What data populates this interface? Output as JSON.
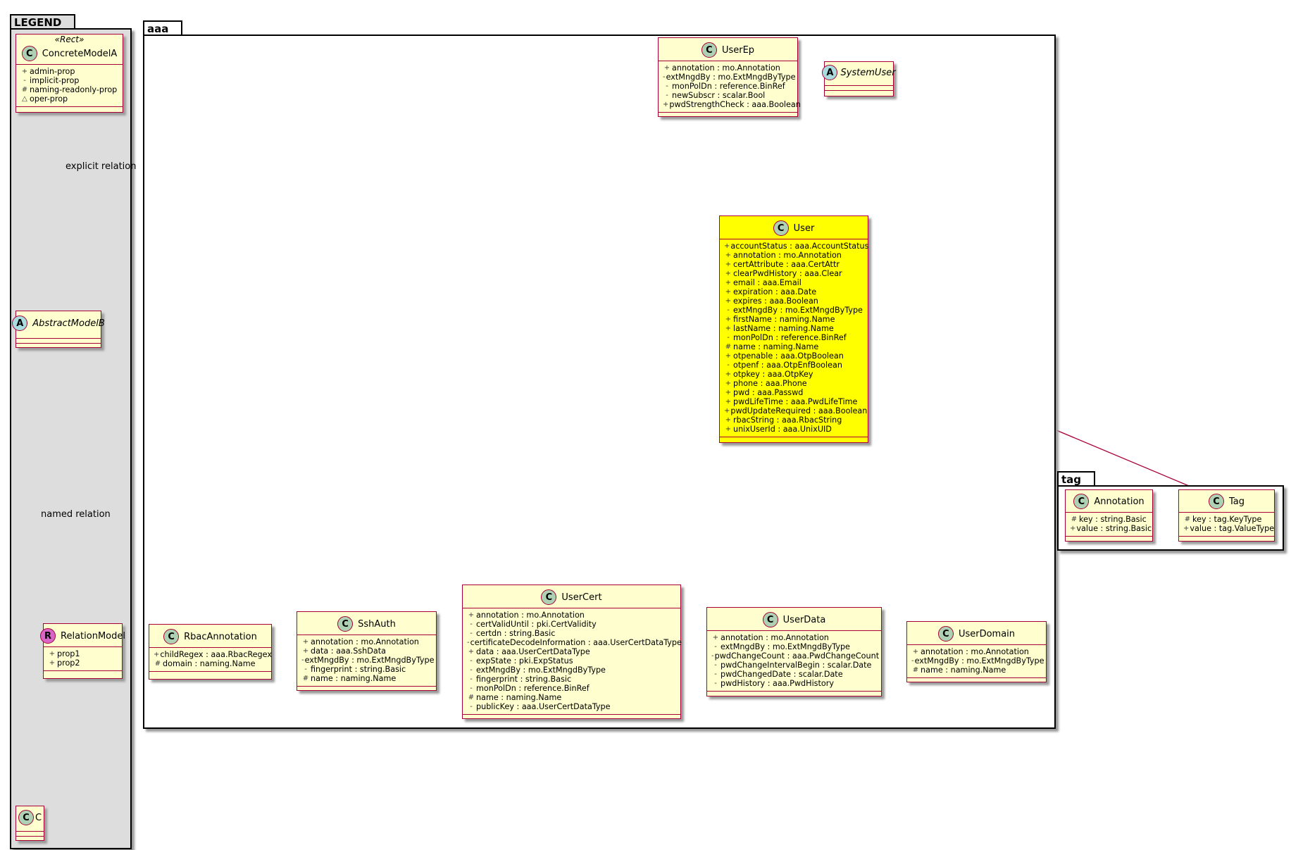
{
  "packages": {
    "legend": "LEGEND",
    "aaa": "aaa",
    "tag": "tag"
  },
  "legend": {
    "stereotype": "«Rect»",
    "concrete": {
      "name": "ConcreteModelA",
      "attrs": [
        {
          "vis": "+",
          "text": "admin-prop"
        },
        {
          "vis": "-",
          "text": "implicit-prop"
        },
        {
          "vis": "#",
          "text": "naming-readonly-prop"
        },
        {
          "vis": "△",
          "text": "oper-prop"
        }
      ]
    },
    "abstract": {
      "name": "AbstractModelB"
    },
    "relation": {
      "name": "RelationModel",
      "attrs": [
        {
          "vis": "+",
          "text": "prop1"
        },
        {
          "vis": "+",
          "text": "prop2"
        }
      ]
    },
    "c": {
      "name": "C"
    },
    "explicit_label": "explicit relation",
    "named_label": "named relation"
  },
  "classes": {
    "userep": {
      "name": "UserEp",
      "attrs": [
        {
          "vis": "+",
          "text": "annotation : mo.Annotation"
        },
        {
          "vis": "-",
          "text": "extMngdBy : mo.ExtMngdByType"
        },
        {
          "vis": "-",
          "text": "monPolDn : reference.BinRef"
        },
        {
          "vis": "-",
          "text": "newSubscr : scalar.Bool"
        },
        {
          "vis": "+",
          "text": "pwdStrengthCheck : aaa.Boolean"
        }
      ]
    },
    "systemuser": {
      "name": "SystemUser"
    },
    "user": {
      "name": "User",
      "attrs": [
        {
          "vis": "+",
          "text": "accountStatus : aaa.AccountStatus"
        },
        {
          "vis": "+",
          "text": "annotation : mo.Annotation"
        },
        {
          "vis": "+",
          "text": "certAttribute : aaa.CertAttr"
        },
        {
          "vis": "+",
          "text": "clearPwdHistory : aaa.Clear"
        },
        {
          "vis": "+",
          "text": "email : aaa.Email"
        },
        {
          "vis": "+",
          "text": "expiration : aaa.Date"
        },
        {
          "vis": "+",
          "text": "expires : aaa.Boolean"
        },
        {
          "vis": "-",
          "text": "extMngdBy : mo.ExtMngdByType"
        },
        {
          "vis": "+",
          "text": "firstName : naming.Name"
        },
        {
          "vis": "+",
          "text": "lastName : naming.Name"
        },
        {
          "vis": "-",
          "text": "monPolDn : reference.BinRef"
        },
        {
          "vis": "#",
          "text": "name : naming.Name"
        },
        {
          "vis": "+",
          "text": "otpenable : aaa.OtpBoolean"
        },
        {
          "vis": "-",
          "text": "otpenf : aaa.OtpEnfBoolean"
        },
        {
          "vis": "+",
          "text": "otpkey : aaa.OtpKey"
        },
        {
          "vis": "+",
          "text": "phone : aaa.Phone"
        },
        {
          "vis": "+",
          "text": "pwd : aaa.Passwd"
        },
        {
          "vis": "+",
          "text": "pwdLifeTime : aaa.PwdLifeTime"
        },
        {
          "vis": "+",
          "text": "pwdUpdateRequired : aaa.Boolean"
        },
        {
          "vis": "+",
          "text": "rbacString : aaa.RbacString"
        },
        {
          "vis": "+",
          "text": "unixUserId : aaa.UnixUID"
        }
      ]
    },
    "rbac": {
      "name": "RbacAnnotation",
      "attrs": [
        {
          "vis": "+",
          "text": "childRegex : aaa.RbacRegex"
        },
        {
          "vis": "#",
          "text": "domain : naming.Name"
        }
      ]
    },
    "sshauth": {
      "name": "SshAuth",
      "attrs": [
        {
          "vis": "+",
          "text": "annotation : mo.Annotation"
        },
        {
          "vis": "+",
          "text": "data : aaa.SshData"
        },
        {
          "vis": "-",
          "text": "extMngdBy : mo.ExtMngdByType"
        },
        {
          "vis": "-",
          "text": "fingerprint : string.Basic"
        },
        {
          "vis": "#",
          "text": "name : naming.Name"
        }
      ]
    },
    "usercert": {
      "name": "UserCert",
      "attrs": [
        {
          "vis": "+",
          "text": "annotation : mo.Annotation"
        },
        {
          "vis": "-",
          "text": "certValidUntil : pki.CertValidity"
        },
        {
          "vis": "-",
          "text": "certdn : string.Basic"
        },
        {
          "vis": "-",
          "text": "certificateDecodeInformation : aaa.UserCertDataType"
        },
        {
          "vis": "+",
          "text": "data : aaa.UserCertDataType"
        },
        {
          "vis": "-",
          "text": "expState : pki.ExpStatus"
        },
        {
          "vis": "-",
          "text": "extMngdBy : mo.ExtMngdByType"
        },
        {
          "vis": "-",
          "text": "fingerprint : string.Basic"
        },
        {
          "vis": "-",
          "text": "monPolDn : reference.BinRef"
        },
        {
          "vis": "#",
          "text": "name : naming.Name"
        },
        {
          "vis": "-",
          "text": "publicKey : aaa.UserCertDataType"
        }
      ]
    },
    "userdata": {
      "name": "UserData",
      "attrs": [
        {
          "vis": "+",
          "text": "annotation : mo.Annotation"
        },
        {
          "vis": "-",
          "text": "extMngdBy : mo.ExtMngdByType"
        },
        {
          "vis": "-",
          "text": "pwdChangeCount : aaa.PwdChangeCount"
        },
        {
          "vis": "-",
          "text": "pwdChangeIntervalBegin : scalar.Date"
        },
        {
          "vis": "-",
          "text": "pwdChangedDate : scalar.Date"
        },
        {
          "vis": "-",
          "text": "pwdHistory : aaa.PwdHistory"
        }
      ]
    },
    "userdomain": {
      "name": "UserDomain",
      "attrs": [
        {
          "vis": "+",
          "text": "annotation : mo.Annotation"
        },
        {
          "vis": "-",
          "text": "extMngdBy : mo.ExtMngdByType"
        },
        {
          "vis": "#",
          "text": "name : naming.Name"
        }
      ]
    },
    "annotation": {
      "name": "Annotation",
      "attrs": [
        {
          "vis": "#",
          "text": "key : string.Basic"
        },
        {
          "vis": "+",
          "text": "value : string.Basic"
        }
      ]
    },
    "tag": {
      "name": "Tag",
      "attrs": [
        {
          "vis": "#",
          "text": "key : tag.KeyType"
        },
        {
          "vis": "+",
          "text": "value : tag.ValueType"
        }
      ]
    }
  },
  "colors": {
    "class_fill": "#fefece",
    "class_border": "#a80036",
    "user_fill": "#ffff00",
    "legend_fill": "#dddddd",
    "edge": "#a80036"
  }
}
